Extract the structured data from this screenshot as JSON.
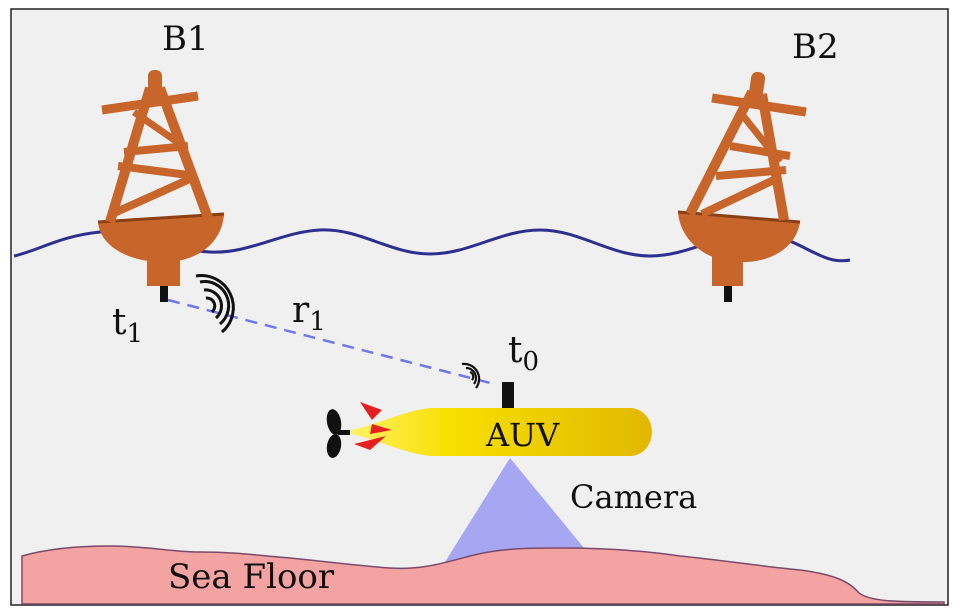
{
  "labels": {
    "buoy1": "B1",
    "buoy2": "B2",
    "t1_base": "t",
    "t1_sub": "1",
    "r1_base": "r",
    "r1_sub": "1",
    "t0_base": "t",
    "t0_sub": "0",
    "vehicle": "AUV",
    "camera": "Camera",
    "seafloor": "Sea Floor"
  },
  "colors": {
    "water": "#f0f0f0",
    "wave": "#2e2f8f",
    "buoy": "#c8652a",
    "buoy_dark": "#7a3d18",
    "auv": "#f5d800",
    "fins": "#e62020",
    "camera_cone": "#a6a6f2",
    "seafloor": "#f4a3a3",
    "seafloor_edge": "#7a4a6a",
    "range_line": "#6f78e8"
  }
}
